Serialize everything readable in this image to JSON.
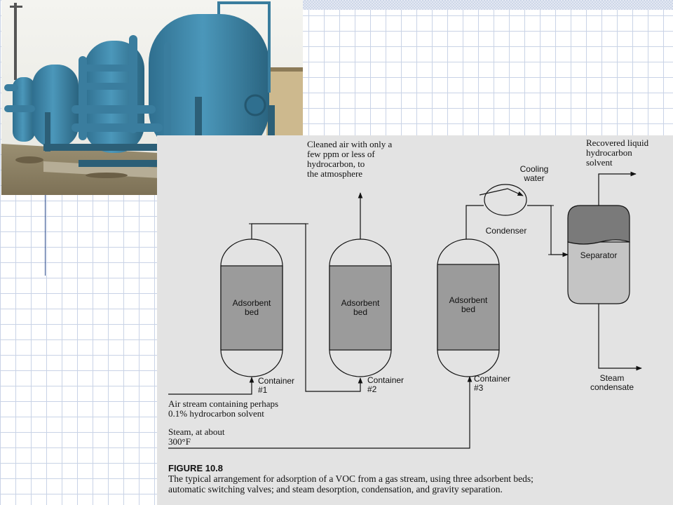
{
  "figure": {
    "title": "FIGURE 10.8",
    "caption": "The typical arrangement for adsorption of a VOC from a gas stream, using three adsorbent beds;\nautomatic switching valves; and steam desorption, condensation, and gravity separation."
  },
  "labels": {
    "cleaned_air": "Cleaned air with only a\nfew ppm or less of\nhydrocarbon, to\nthe atmosphere",
    "recovered_liquid": "Recovered liquid\nhydrocarbon\nsolvent",
    "cooling_water": "Cooling\nwater",
    "condenser": "Condenser",
    "separator": "Separator",
    "steam_condensate": "Steam\ncondensate",
    "air_stream": "Air stream containing perhaps\n0.1% hydrocarbon solvent",
    "steam": "Steam, at about\n300°F"
  },
  "containers": [
    {
      "bed_label": "Adsorbent\nbed",
      "container_label": "Container\n#1"
    },
    {
      "bed_label": "Adsorbent\nbed",
      "container_label": "Container\n#2"
    },
    {
      "bed_label": "Adsorbent\nbed",
      "container_label": "Container\n#3"
    }
  ],
  "colors": {
    "figure_bg": "#e3e3e3",
    "bed_fill": "#9b9b9b",
    "separator_top": "#7a7a7a",
    "separator_bottom": "#c4c4c4",
    "tank_blue": "#3e86a8",
    "grid_line": "#c9d3e6",
    "accent": "#2f4f8f"
  }
}
